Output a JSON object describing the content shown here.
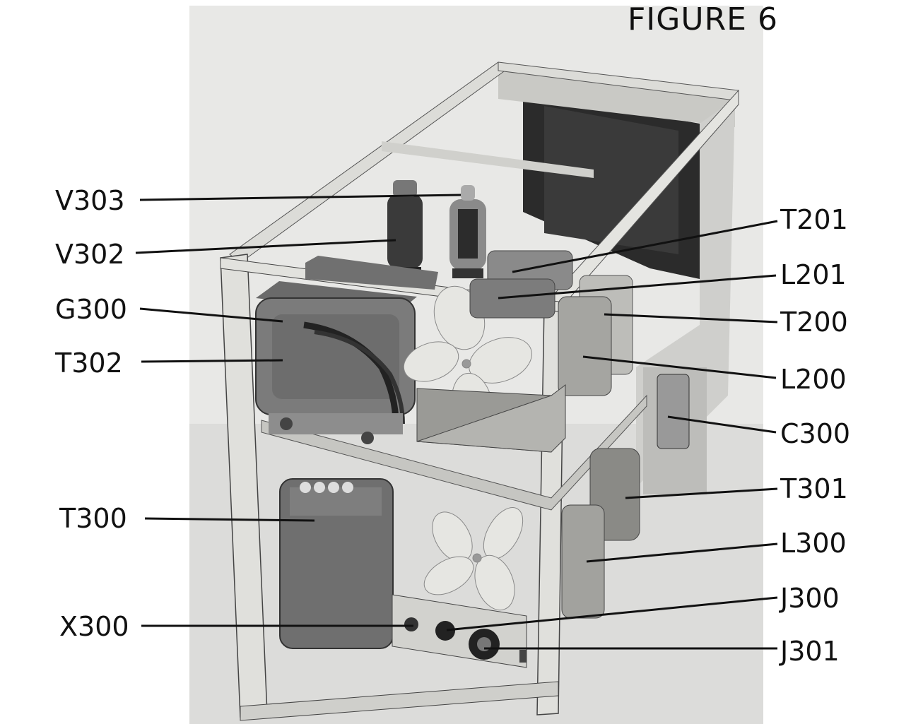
{
  "figure": {
    "title": "FIGURE 6"
  },
  "callouts_left": [
    {
      "id": "v303",
      "label": "V303"
    },
    {
      "id": "v302",
      "label": "V302"
    },
    {
      "id": "g300",
      "label": "G300"
    },
    {
      "id": "t302",
      "label": "T302"
    },
    {
      "id": "t300",
      "label": "T300"
    },
    {
      "id": "x300",
      "label": "X300"
    }
  ],
  "callouts_right": [
    {
      "id": "t201",
      "label": "T201"
    },
    {
      "id": "l201",
      "label": "L201"
    },
    {
      "id": "t200",
      "label": "T200"
    },
    {
      "id": "l200",
      "label": "L200"
    },
    {
      "id": "c300",
      "label": "C300"
    },
    {
      "id": "t301",
      "label": "T301"
    },
    {
      "id": "l300",
      "label": "L300"
    },
    {
      "id": "j300",
      "label": "J300"
    },
    {
      "id": "j301",
      "label": "J301"
    }
  ],
  "colors": {
    "paper": "#ffffff",
    "photo_background": "#e9e9e9",
    "frame": "#d6d6d2",
    "dark_panel": "#2a2a2a",
    "ink": "#111111"
  }
}
